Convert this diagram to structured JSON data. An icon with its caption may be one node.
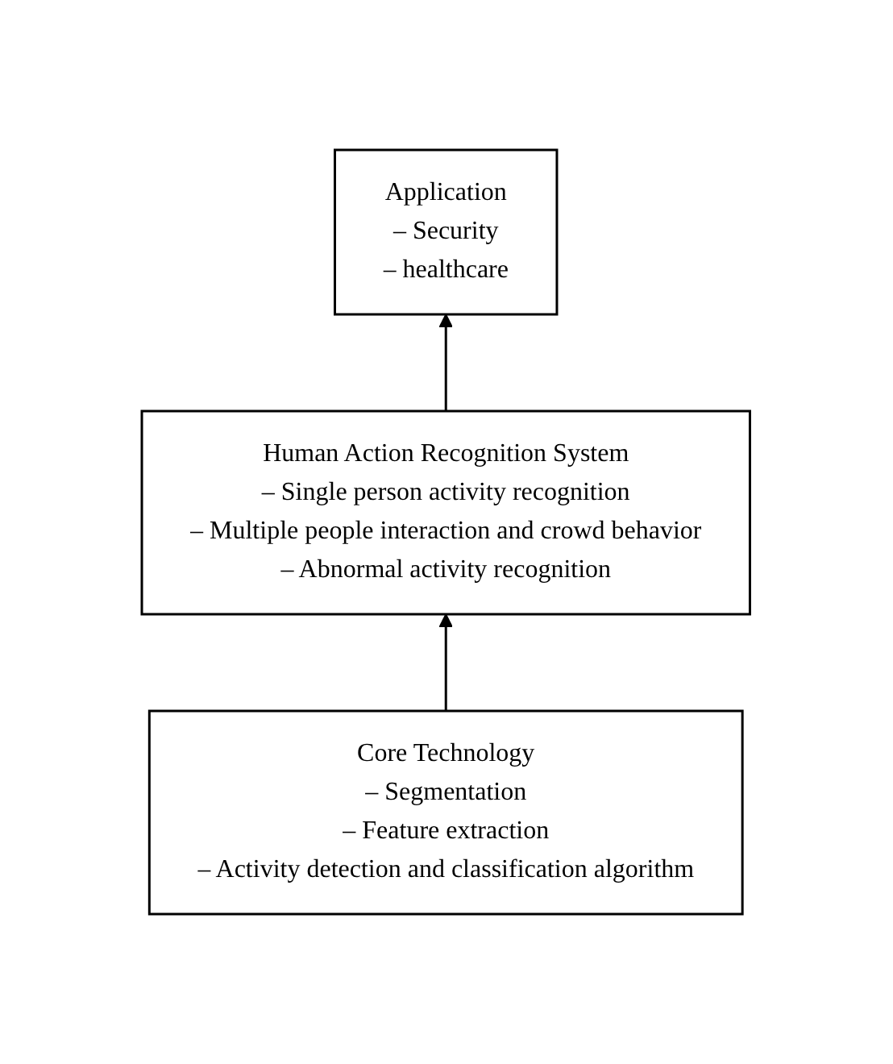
{
  "diagram": {
    "nodes": [
      {
        "text": [
          "Application",
          "– Security",
          "– healthcare"
        ]
      },
      {
        "text": [
          "Human Action Recognition System",
          "– Single person activity recognition",
          "– Multiple people interaction and crowd behavior",
          "– Abnormal activity recognition"
        ]
      },
      {
        "text": [
          "Core Technology",
          "– Segmentation",
          "– Feature extraction",
          "– Activity detection and classification algorithm"
        ]
      }
    ],
    "edges": [
      {
        "from": 2,
        "to": 1,
        "arrow": "to"
      },
      {
        "from": 1,
        "to": 0,
        "arrow": "to"
      }
    ]
  }
}
